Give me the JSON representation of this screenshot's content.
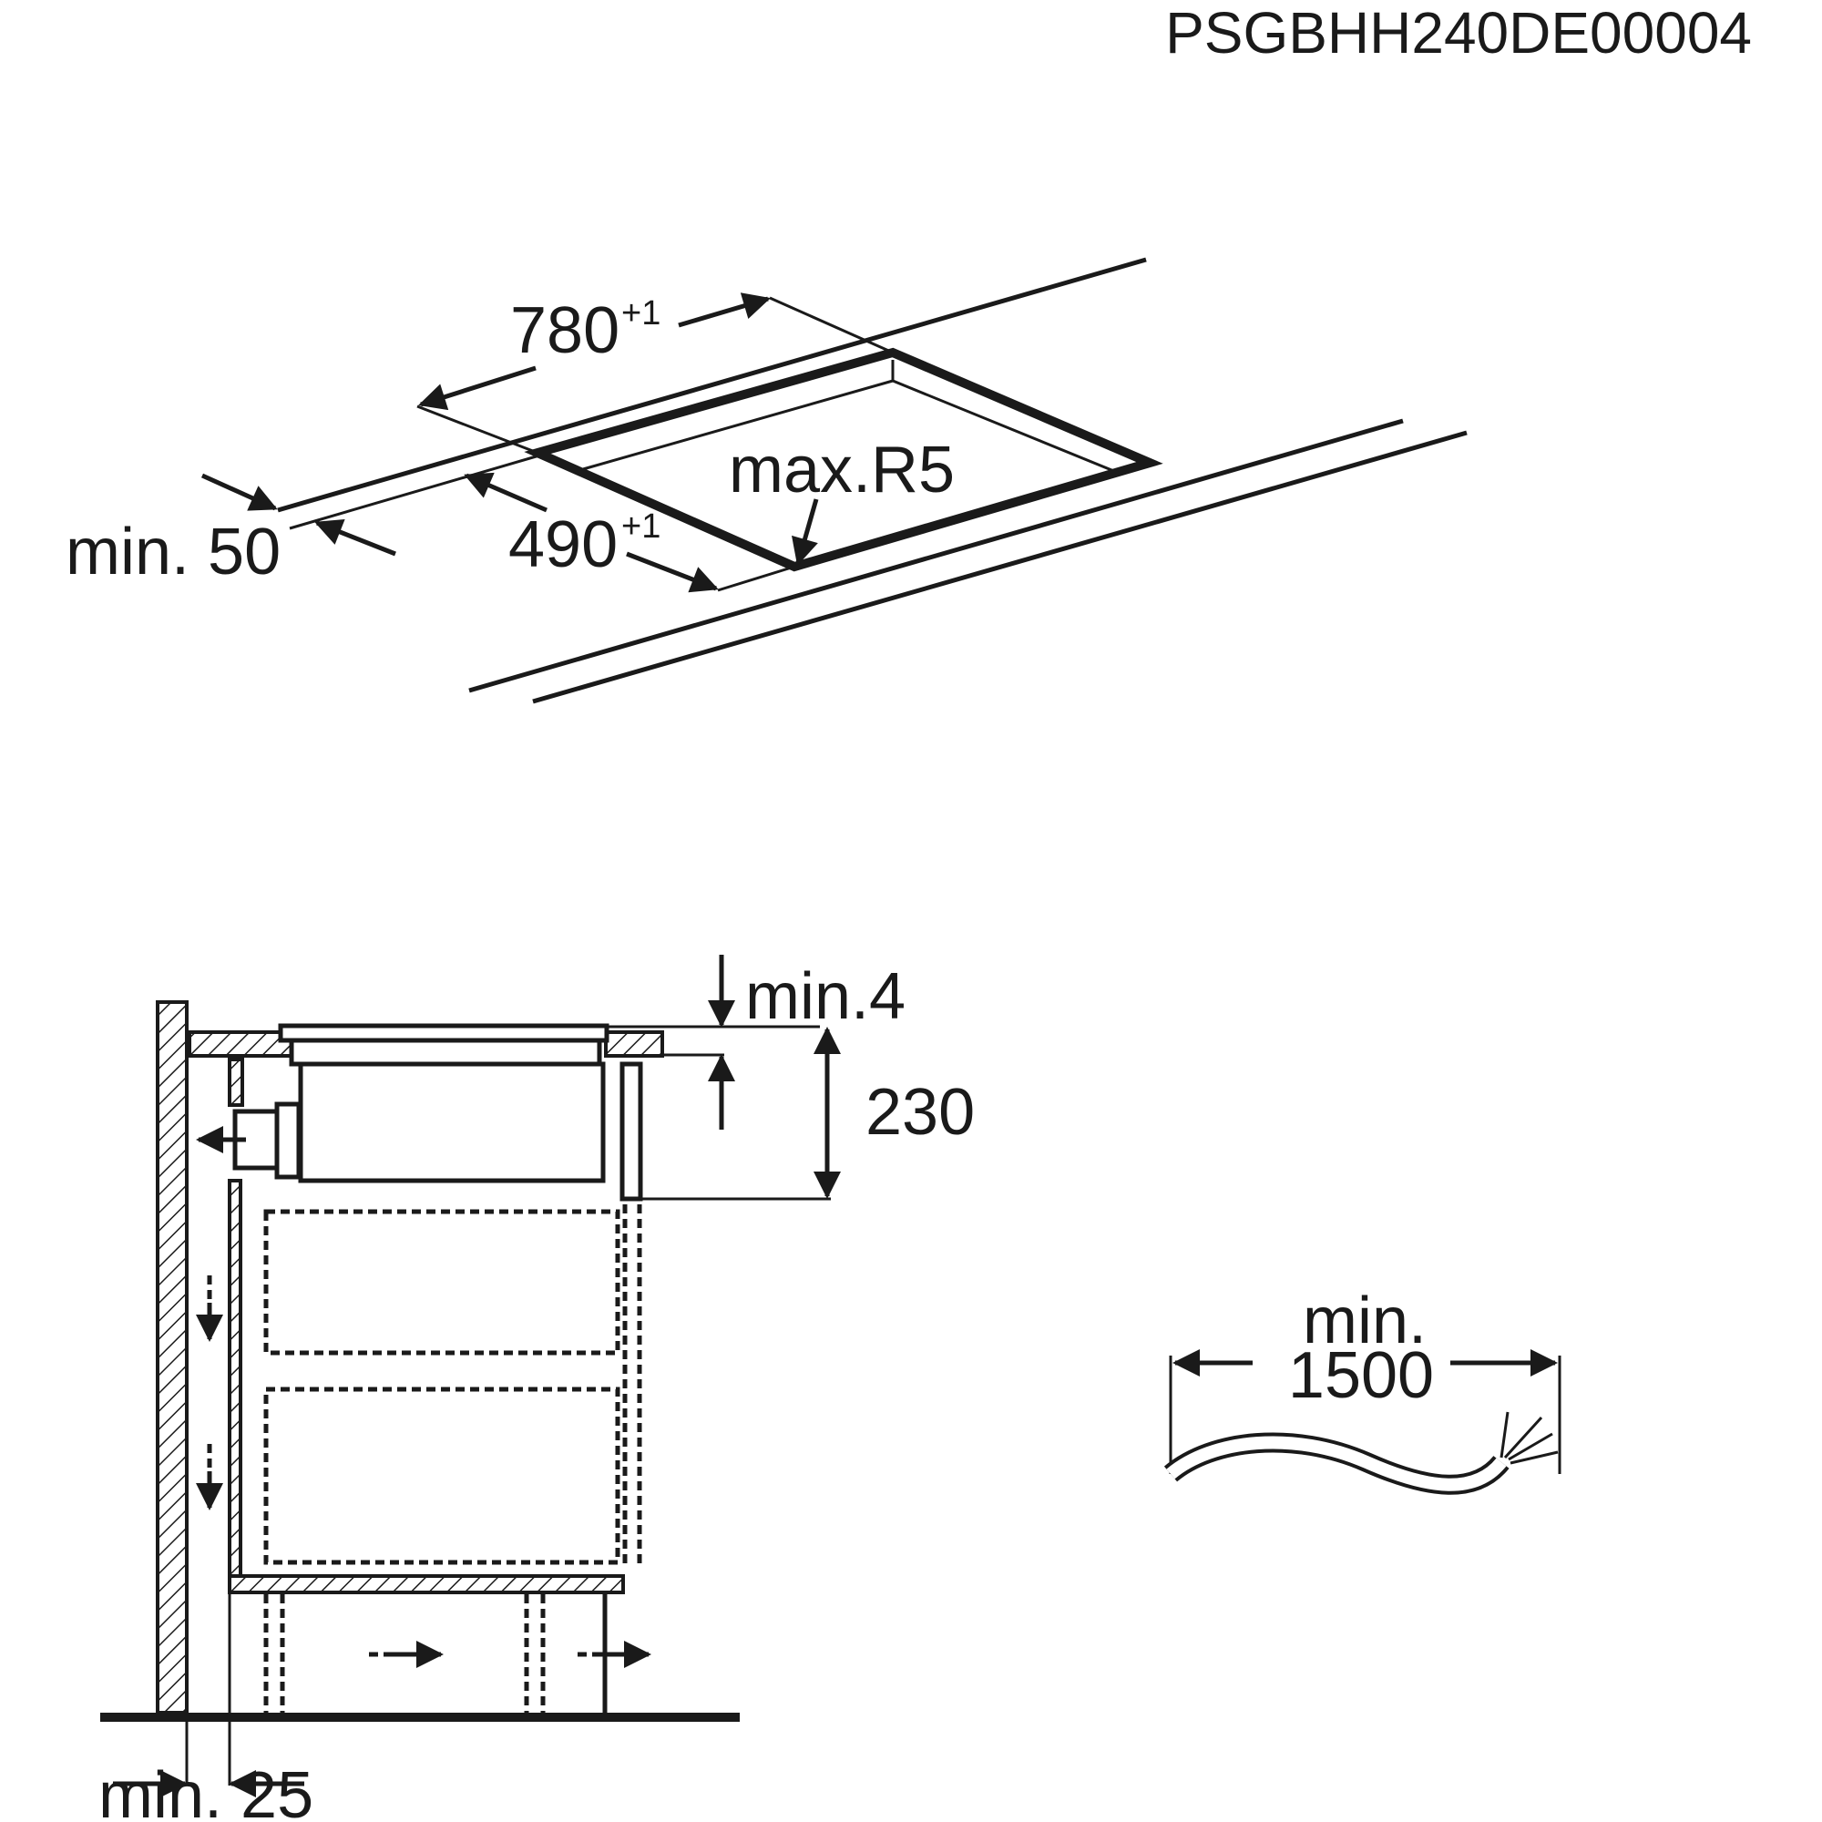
{
  "document": {
    "code": "PSGBHH240DE00004"
  },
  "cutout_view": {
    "width_value": "780",
    "width_tolerance": "+1",
    "depth_value": "490",
    "depth_tolerance": "+1",
    "edge_distance": "min. 50",
    "corner_radius": "max.R5"
  },
  "section_view": {
    "gap_top": "min.4",
    "height": "230",
    "rear_gap": "min. 25"
  },
  "cable": {
    "length_line1": "min.",
    "length_line2": "1500"
  }
}
